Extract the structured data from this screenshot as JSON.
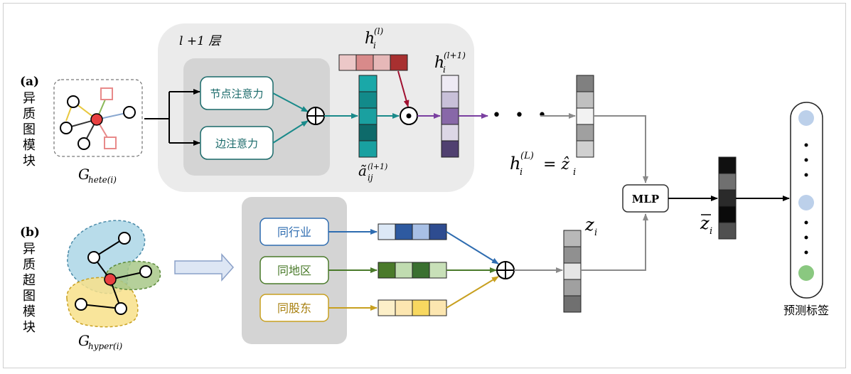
{
  "module_a": {
    "tag": "(a)",
    "title_chars": [
      "异",
      "质",
      "图",
      "模",
      "块"
    ],
    "graph_label": "G",
    "graph_label_sub": "hete(i)"
  },
  "module_b": {
    "tag": "(b)",
    "title_chars": [
      "异",
      "质",
      "超",
      "图",
      "模",
      "块"
    ],
    "graph_label": "G",
    "graph_label_sub": "hyper(i)"
  },
  "layer": {
    "title": "l +1 层",
    "node_attention": "节点注意力",
    "edge_attention": "边注意力",
    "h_prev": "h",
    "h_prev_sub": "i",
    "h_prev_sup": "(l)",
    "h_next": "h",
    "h_next_sub": "i",
    "h_next_sup": "(l+1)",
    "alpha": "ã",
    "alpha_sub": "ij",
    "alpha_sup": "(l+1)"
  },
  "final": {
    "h": "h",
    "h_sub": "i",
    "h_sup": "(L)",
    "eq": "= ẑ",
    "eq_sub": "i",
    "dots": "• • •"
  },
  "hyper": {
    "rel1": "同行业",
    "rel2": "同地区",
    "rel3": "同股东",
    "z": "z",
    "z_sub": "i"
  },
  "mlp": "MLP",
  "zbar": "z",
  "zbar_sub": "i",
  "output_label": "预测标签",
  "colors": {
    "teal": "#1a8a8a",
    "blue": "#2e6cb0",
    "green": "#4a7a2a",
    "gold": "#c8a020",
    "purple": "#7a3fa0",
    "crimson": "#b0102a",
    "gray": "#8a8a8a"
  },
  "icons": [
    "plus-circle-icon",
    "dot-circle-icon",
    "arrow-right-icon"
  ]
}
